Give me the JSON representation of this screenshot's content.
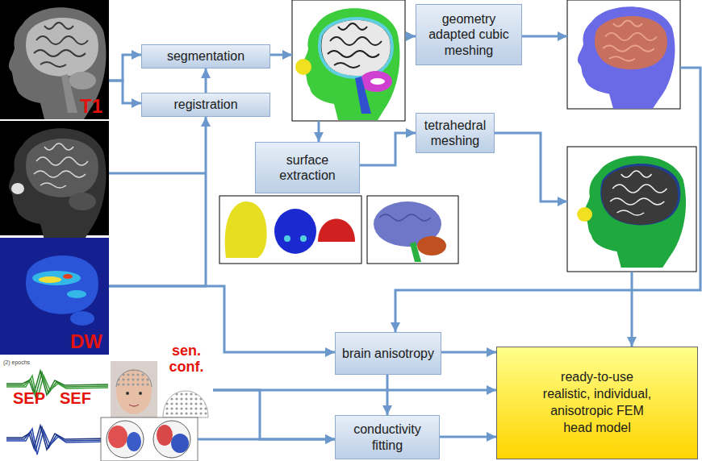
{
  "diagram": {
    "nodes": [
      {
        "text": [
          "T1"
        ]
      },
      {
        "text": [
          "segmentation"
        ]
      },
      {
        "text": [
          "registration"
        ]
      },
      {
        "text": [
          "geometry adapted cubic meshing"
        ]
      },
      {
        "text": [
          "surface extraction"
        ]
      },
      {
        "text": [
          "tetrahedral meshing"
        ]
      },
      {
        "text": [
          "DW"
        ]
      },
      {
        "text": [
          "SEP",
          "SEF"
        ]
      },
      {
        "text": [
          "sen. conf."
        ]
      },
      {
        "text": [
          "brain anisotropy"
        ]
      },
      {
        "text": [
          "conductivity fitting"
        ]
      },
      {
        "text": [
          "ready-to-use realistic, individual, anisotropic FEM head model"
        ]
      }
    ],
    "edges": [
      {
        "from": 0,
        "to": 1,
        "arrow": "to"
      },
      {
        "from": 0,
        "to": 2,
        "arrow": "to"
      },
      {
        "from": 2,
        "to": 1,
        "arrow": "to"
      },
      {
        "from": 6,
        "to": 2,
        "arrow": "to"
      },
      {
        "from": 4,
        "to": 5,
        "arrow": "to"
      },
      {
        "from": 6,
        "to": 9,
        "arrow": "to"
      },
      {
        "from": 9,
        "to": 11,
        "arrow": "to"
      },
      {
        "from": 9,
        "to": 10,
        "arrow": "to"
      },
      {
        "from": 10,
        "to": 11,
        "arrow": "to"
      },
      {
        "from": 8,
        "to": 11,
        "arrow": "to"
      },
      {
        "from": 8,
        "to": 10,
        "arrow": "to"
      },
      {
        "from": 7,
        "to": 10,
        "arrow": "to"
      }
    ],
    "labels": [
      "(2) epochs"
    ]
  }
}
